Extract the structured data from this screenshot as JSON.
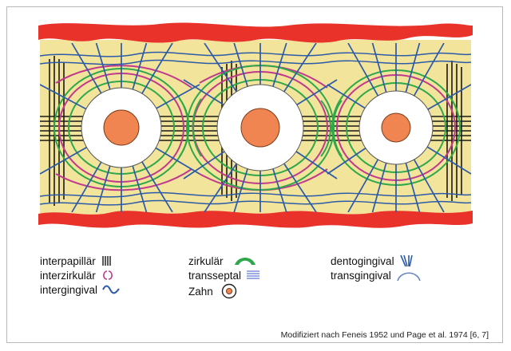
{
  "colors": {
    "gingiva_red": "#e8322a",
    "tissue_yellow": "#f3e49b",
    "tooth_orange": "#f08552",
    "fiber_blue": "#2b5aa8",
    "fiber_green": "#2ea84a",
    "fiber_magenta": "#c03a8c",
    "fiber_black": "#1a1a1a",
    "legend_blue_lines": "#7b8fd8"
  },
  "legend": {
    "interpapillaer": {
      "label": "interpapillär",
      "icon": "vertical-bars-icon"
    },
    "interzirkulaer": {
      "label": "interzirkulär",
      "icon": "double-arc-icon"
    },
    "intergingival": {
      "label": "intergingival",
      "icon": "wave-icon"
    },
    "zirkulaer": {
      "label": "zirkulär",
      "icon": "green-arc-icon"
    },
    "transseptal": {
      "label": "transseptal",
      "icon": "horizontal-lines-icon"
    },
    "zahn": {
      "label": "Zahn",
      "icon": "tooth-target-icon"
    },
    "dentogingival": {
      "label": "dentogingival",
      "icon": "fan-lines-icon"
    },
    "transgingival": {
      "label": "transgingival",
      "icon": "dome-arc-icon"
    }
  },
  "source": "Modifiziert nach Feneis 1952 und Page et al. 1974 [6, 7]"
}
